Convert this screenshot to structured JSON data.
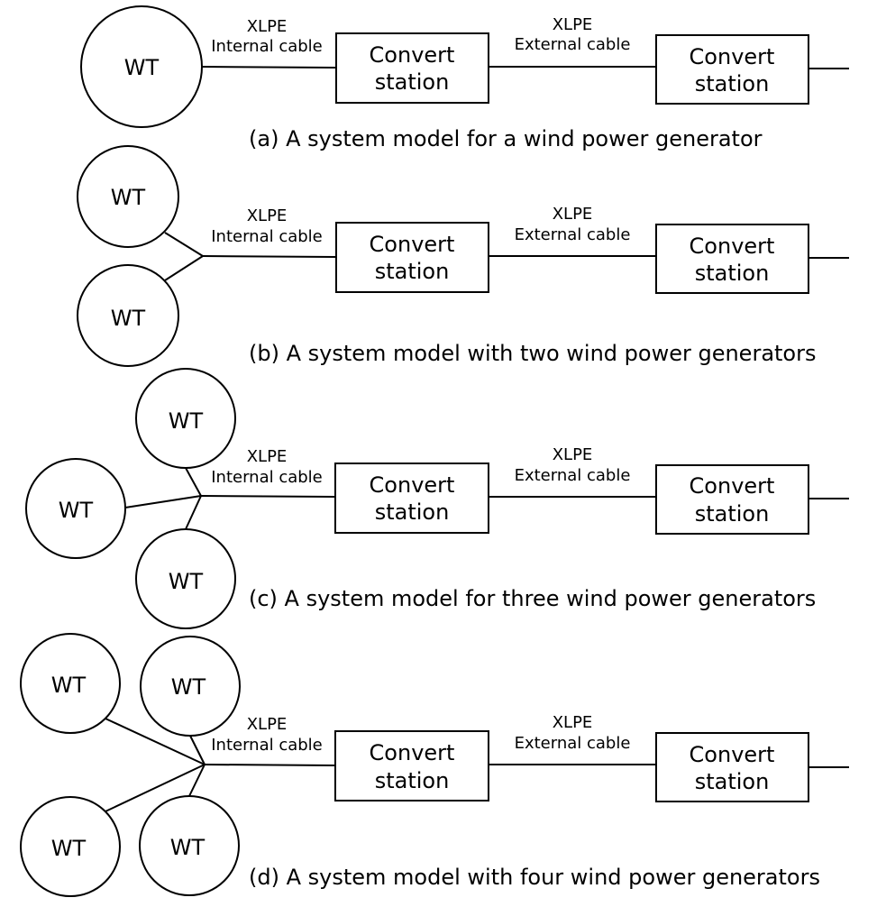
{
  "labels": {
    "wt": "WT",
    "station_line1": "Convert",
    "station_line2": "station",
    "cable_type": "XLPE",
    "internal_cable": "Internal cable",
    "external_cable": "External cable"
  },
  "panels": [
    {
      "caption": "(a) A system model for a wind power generator"
    },
    {
      "caption": "(b) A system model with two wind power generators"
    },
    {
      "caption": "(c) A system model for three wind power generators"
    },
    {
      "caption": "(d) A system model with four wind power generators"
    }
  ]
}
